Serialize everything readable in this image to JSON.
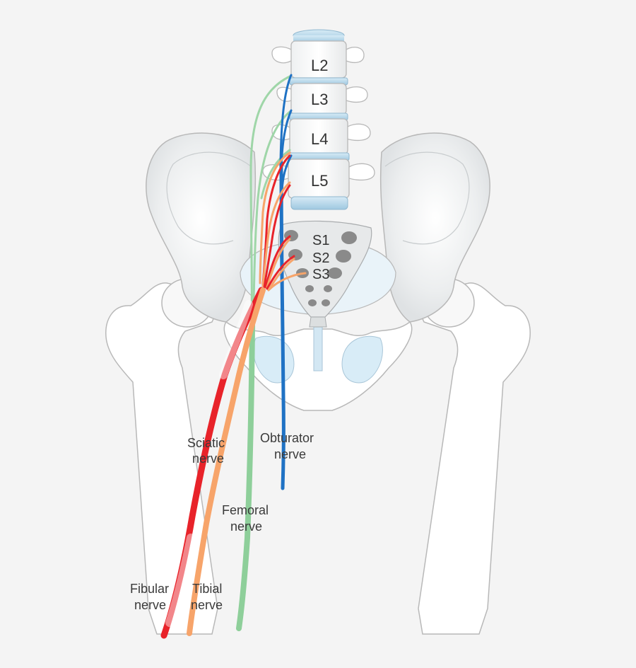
{
  "vertebrae": [
    {
      "id": "l2",
      "label": "L2"
    },
    {
      "id": "l3",
      "label": "L3"
    },
    {
      "id": "l4",
      "label": "L4"
    },
    {
      "id": "l5",
      "label": "L5"
    }
  ],
  "sacral": [
    {
      "id": "s1",
      "label": "S1"
    },
    {
      "id": "s2",
      "label": "S2"
    },
    {
      "id": "s3",
      "label": "S3"
    }
  ],
  "nerves": {
    "sciatic": {
      "line1": "Sciatic",
      "line2": "nerve",
      "color": "#e8232a"
    },
    "obturator": {
      "line1": "Obturator",
      "line2": "nerve",
      "color": "#1f72c4"
    },
    "femoral": {
      "line1": "Femoral",
      "line2": "nerve",
      "color": "#8ecf9a"
    },
    "fibular": {
      "line1": "Fibular",
      "line2": "nerve",
      "color": "#e8232a"
    },
    "tibial": {
      "line1": "Tibial",
      "line2": "nerve",
      "color": "#f7a46a"
    }
  },
  "colors": {
    "bone": "#ffffff",
    "bone_outline": "#b8b8b8",
    "bone_shade": "#e9ebec",
    "disc": "#b9d9ec",
    "foramen": "#d8ecf7",
    "sacral_hole": "#8a8a8a"
  }
}
